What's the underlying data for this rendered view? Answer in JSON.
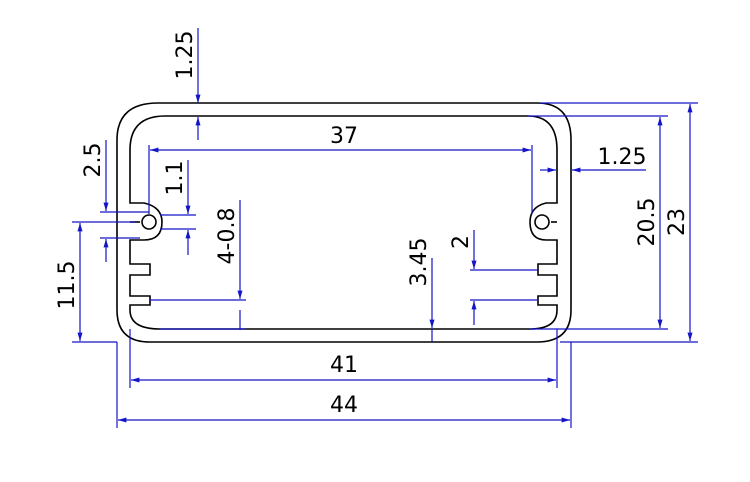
{
  "colors": {
    "profile": "#000000",
    "dimension": "#1414c8",
    "background": "#ffffff"
  },
  "dimensions": {
    "outer_width": "44",
    "inner_width_bottom": "41",
    "inner_width_top": "37",
    "outer_height": "23",
    "inner_height": "20.5",
    "top_wall": "1.25",
    "side_wall": "1.25",
    "screw_offset": "2.5",
    "screw_gap": "1.1",
    "slot_height_left": "11.5",
    "slot_spec": "4-0.8",
    "bottom_offset": "3.45",
    "rail_gap": "2"
  }
}
